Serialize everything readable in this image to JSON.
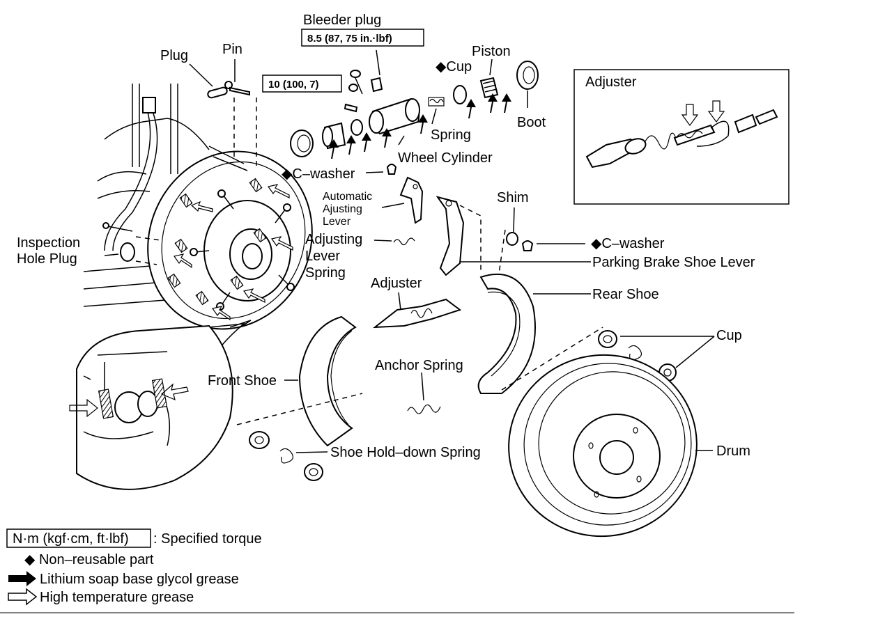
{
  "labels": {
    "bleeder_plug": "Bleeder plug",
    "bleeder_torque": "8.5 (87, 75 in.·lbf)",
    "pin": "Pin",
    "plug": "Plug",
    "cyl_bolt_torque": "10 (100, 7)",
    "cup_top": "◆Cup",
    "piston": "Piston",
    "boot": "Boot",
    "spring": "Spring",
    "wheel_cylinder": "Wheel Cylinder",
    "c_washer_top": "◆C–washer",
    "adjuster_inset": "Adjuster",
    "auto_adj_1": "Automatic",
    "auto_adj_2": "Ajusting",
    "auto_adj_3": "Lever",
    "shim": "Shim",
    "adj_lever_spring_1": "Adjusting",
    "adj_lever_spring_2": "Lever",
    "adj_lever_spring_3": "Spring",
    "c_washer_right": "◆C–washer",
    "parking_brake_shoe_lever": "Parking Brake Shoe Lever",
    "inspection_1": "Inspection",
    "inspection_2": "Hole Plug",
    "adjuster_mid": "Adjuster",
    "rear_shoe": "Rear Shoe",
    "cup_right": "Cup",
    "anchor_spring": "Anchor Spring",
    "front_shoe": "Front Shoe",
    "shoe_hold_down_spring": "Shoe Hold–down Spring",
    "drum": "Drum"
  },
  "legend": {
    "torque_box": "N·m (kgf·cm, ft·lbf)",
    "torque_desc": ": Specified torque",
    "non_reusable": "◆ Non–reusable part",
    "lithium": "Lithium soap base glycol grease",
    "high_temp": "High temperature grease"
  }
}
